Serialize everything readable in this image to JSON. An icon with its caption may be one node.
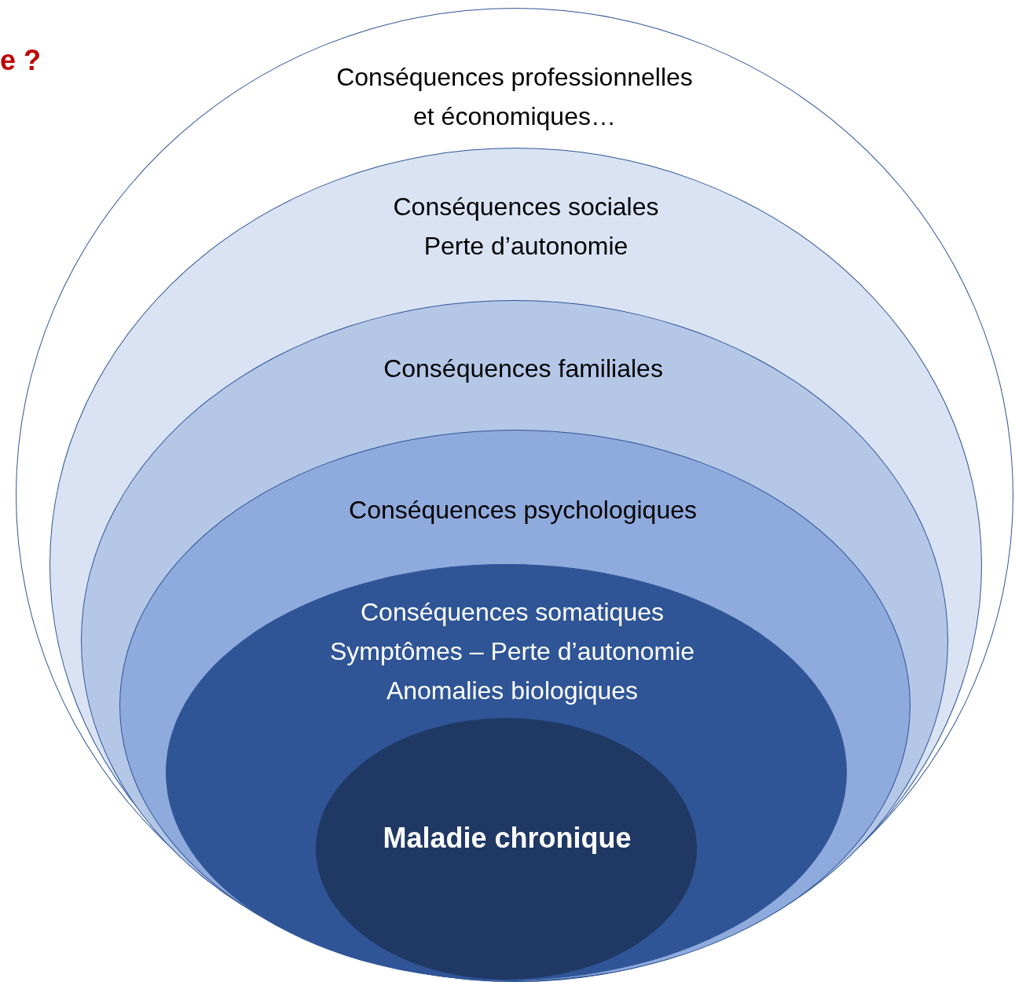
{
  "diagram": {
    "nodes": [
      {
        "text": [
          "Conséquences professionnelles",
          "et économiques…"
        ]
      },
      {
        "text": [
          "Conséquences sociales",
          "Perte d’autonomie"
        ],
        "in": 0
      },
      {
        "text": [
          "Conséquences familiales"
        ],
        "in": 1
      },
      {
        "text": [
          "Conséquences psychologiques"
        ],
        "in": 2
      },
      {
        "text": [
          "Conséquences somatiques",
          "Symptômes – Perte d’autonomie",
          "Anomalies biologiques"
        ],
        "in": 3
      },
      {
        "text": [
          "Maladie chronique"
        ],
        "in": 4
      }
    ],
    "edges": [],
    "labels": [
      "e ?"
    ]
  }
}
